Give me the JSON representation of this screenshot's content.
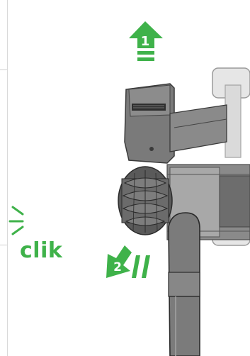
{
  "illustration": {
    "subject": "handheld-vacuum-wand-attach",
    "accent_color": "#3fb24a",
    "body_color": "#6a6a6a",
    "dark_color": "#3a3a3a",
    "light_color": "#e6e6e6"
  },
  "step1": {
    "number": "1",
    "icon": "arrow-up-icon"
  },
  "step2": {
    "number": "2",
    "icon": "arrow-up-right-icon"
  },
  "sound": {
    "text": "clik",
    "icon": "click-lines-icon"
  }
}
